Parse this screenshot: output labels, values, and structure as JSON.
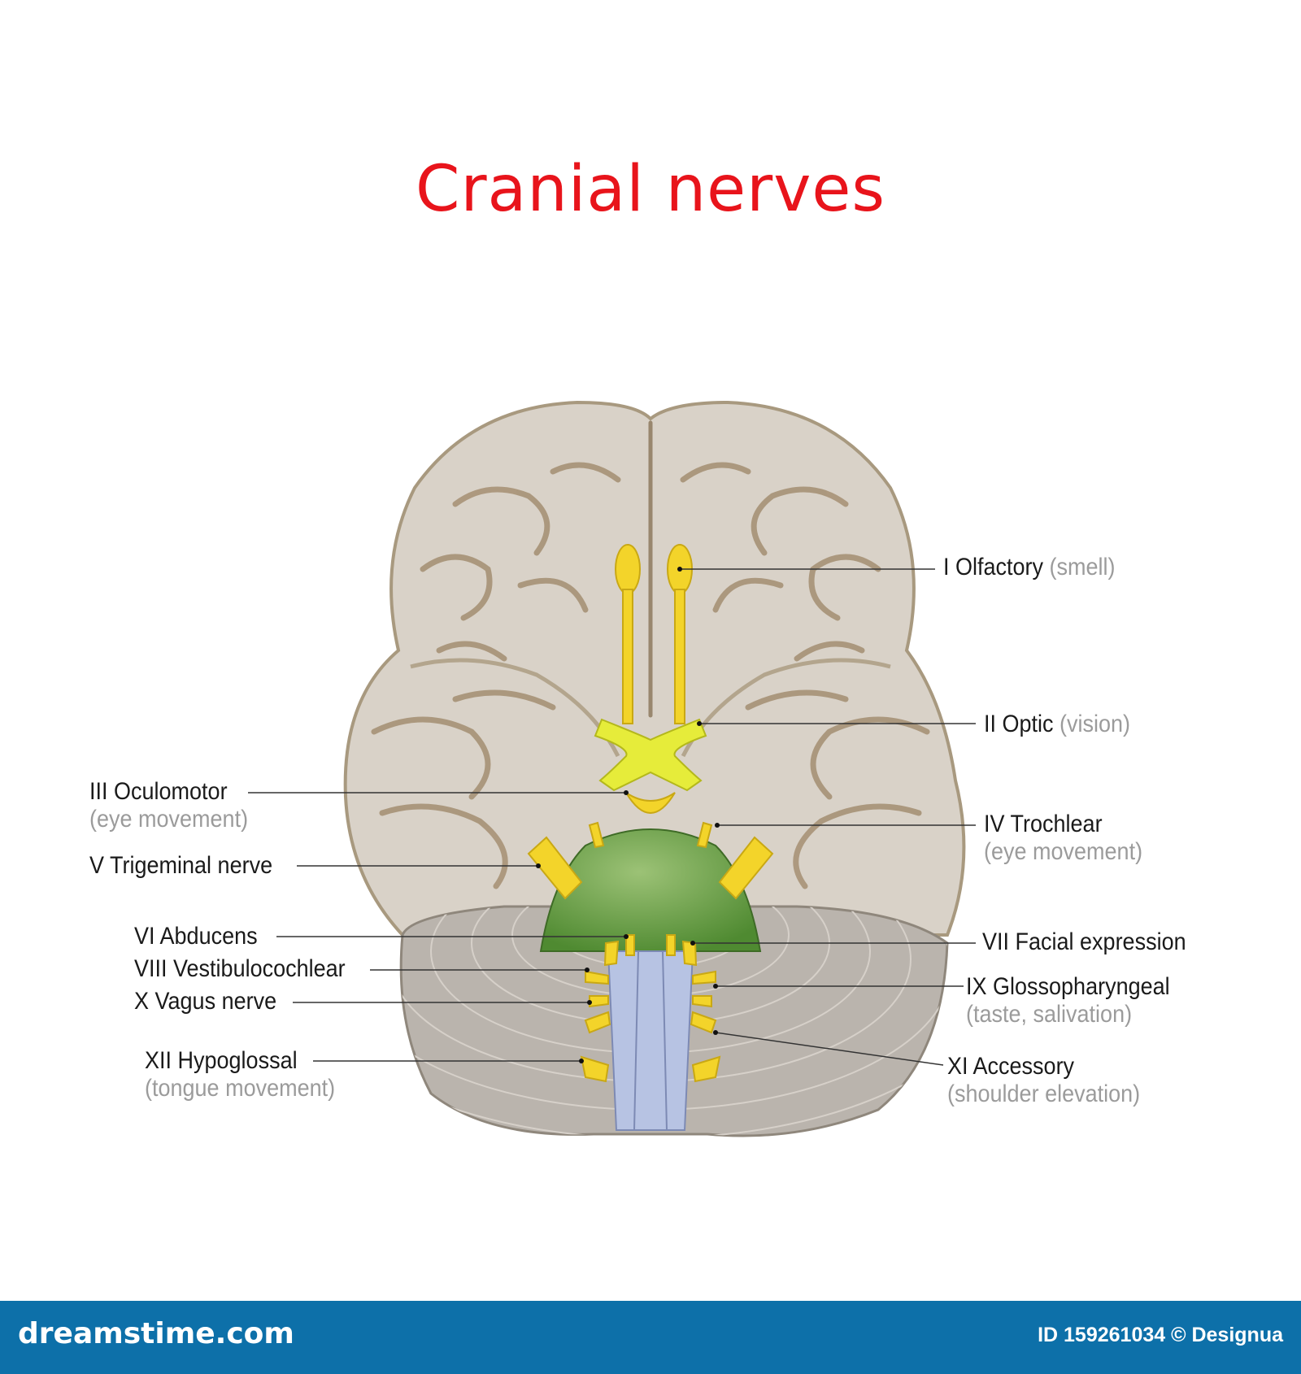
{
  "title": "Cranial nerves",
  "labels": {
    "olfactory": {
      "name": "I Olfactory",
      "function": "(smell)"
    },
    "optic": {
      "name": "II Optic",
      "function": "(vision)"
    },
    "oculomotor": {
      "name": "III Oculomotor",
      "function": "(eye movement)"
    },
    "trochlear": {
      "name": "IV Trochlear",
      "function": "(eye movement)"
    },
    "trigeminal": {
      "name": "V Trigeminal nerve"
    },
    "abducens": {
      "name": "VI Abducens"
    },
    "facial": {
      "name": "VII Facial expression"
    },
    "vestibulocochlear": {
      "name": "VIII Vestibulocochlear"
    },
    "glossopharyngeal": {
      "name": "IX Glossopharyngeal",
      "function": "(taste, salivation)"
    },
    "vagus": {
      "name": "X Vagus nerve"
    },
    "accessory": {
      "name": "XI Accessory",
      "function": "(shoulder elevation)"
    },
    "hypoglossal": {
      "name": "XII Hypoglossal",
      "function": "(tongue movement)"
    }
  },
  "footer": {
    "brand": "dreamstime.com",
    "credit": "ID 159261034 © Designua"
  },
  "colors": {
    "title": "#e8141b",
    "footer": "#0d70a9",
    "nerve": "#f3d42a",
    "pons": "#5f9a3c",
    "medulla": "#b7c3e3",
    "brain": "#d8d1c7"
  }
}
